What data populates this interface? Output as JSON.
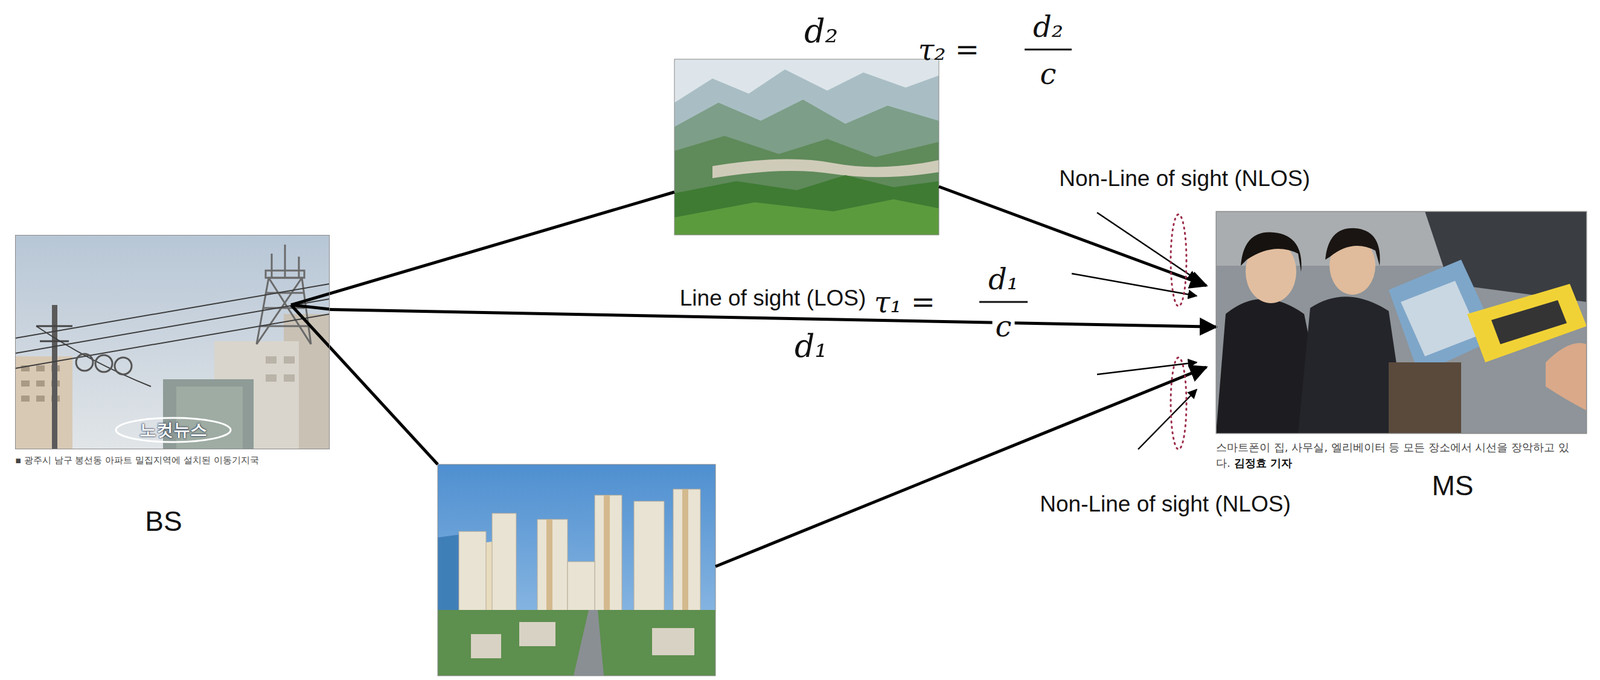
{
  "diagram": {
    "nodes": [
      {
        "text": [
          "BS"
        ]
      },
      {
        "text": [
          "MS"
        ]
      }
    ],
    "edges": [
      {
        "from": 0,
        "to": 1,
        "arrow": "to",
        "label": "Line of sight (LOS)"
      }
    ],
    "labels": [
      "d₂",
      "τ₂ =",
      "d₂",
      "c",
      "τ₁ =",
      "d₁",
      "c",
      "d₁",
      "Non-Line of sight (NLOS)",
      "Non-Line of sight (NLOS)",
      "노컷뉴스",
      "▪ 광주시 남구 봉선동 아파트 밀집지역에 설치된 이동기지국",
      "스마트폰이 집, 사무실, 엘리베이터 등 모든 장소에서 시선을 장악하고 있다.",
      "김정효 기자"
    ]
  }
}
